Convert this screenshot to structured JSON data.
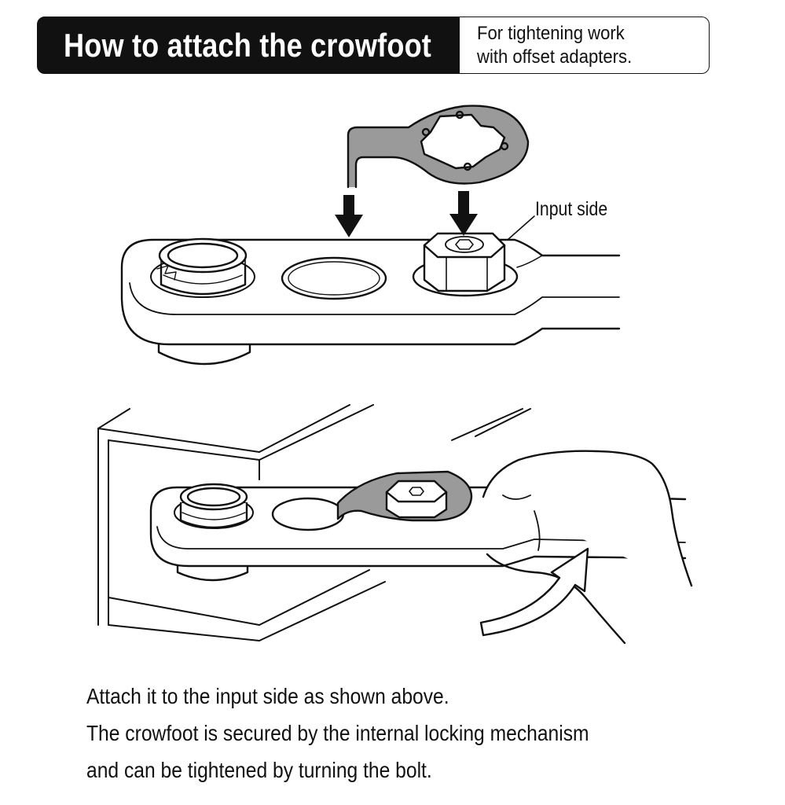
{
  "header": {
    "title": "How to attach the crowfoot",
    "subtitle_lines": [
      "For tightening work",
      "with offset adapters."
    ]
  },
  "diagram": {
    "callout_label": "Input side",
    "colors": {
      "line": "#111111",
      "crowfoot_fill": "#9a9a9a",
      "background": "#ffffff"
    }
  },
  "description": {
    "lines": [
      "Attach it to the input side as shown above.",
      "The crowfoot is secured by the internal locking mechanism",
      "and can be tightened by turning the bolt."
    ]
  }
}
